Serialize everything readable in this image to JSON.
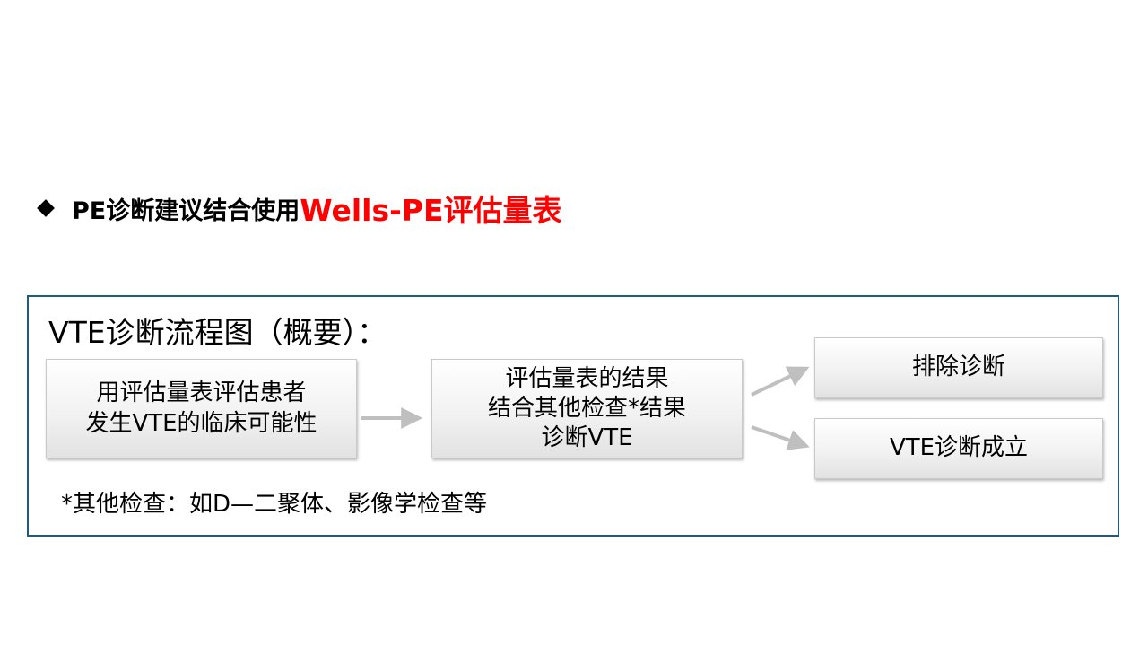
{
  "heading": {
    "bullet_icon": "diamond-bullet-icon",
    "text_black": "PE诊断建议结合使用",
    "text_red": "Wells-PE评估量表",
    "red_color": "#ff0000"
  },
  "panel": {
    "title": "VTE诊断流程图（概要）：",
    "border_color": "#1f5c7a",
    "boxes": [
      {
        "lines": [
          "用评估量表评估患者",
          "发生VTE的临床可能性"
        ]
      },
      {
        "lines": [
          "评估量表的结果",
          "结合其他检查*结果",
          "诊断VTE"
        ]
      },
      {
        "lines": [
          "排除诊断"
        ]
      },
      {
        "lines": [
          "VTE诊断成立"
        ]
      }
    ],
    "arrow_color": "#bfbfbf",
    "footnote": "*其他检查：如D—二聚体、影像学检查等"
  }
}
